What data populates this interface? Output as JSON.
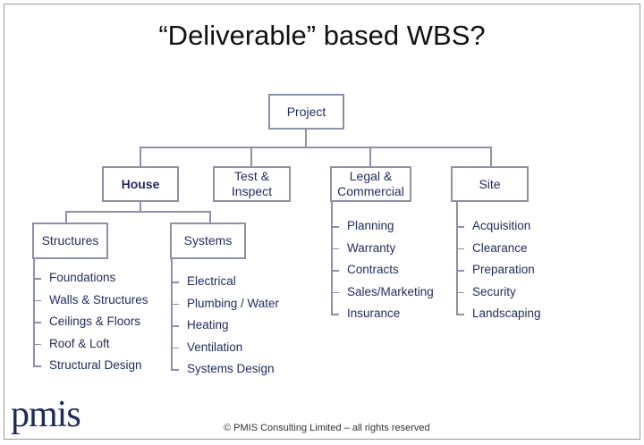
{
  "title": "“Deliverable” based WBS?",
  "root": "Project",
  "level1": [
    {
      "label": "House",
      "bold": true
    },
    {
      "label": "Test & Inspect"
    },
    {
      "label": "Legal & Commercial",
      "items": [
        "Planning",
        "Warranty",
        "Contracts",
        "Sales/Marketing",
        "Insurance"
      ]
    },
    {
      "label": "Site",
      "items": [
        "Acquisition",
        "Clearance",
        "Preparation",
        "Security",
        "Landscaping"
      ]
    }
  ],
  "house_children": [
    {
      "label": "Structures",
      "items": [
        "Foundations",
        "Walls & Structures",
        "Ceilings & Floors",
        "Roof & Loft",
        "Structural Design"
      ]
    },
    {
      "label": "Systems",
      "items": [
        "Electrical",
        "Plumbing  / Water",
        "Heating",
        "Ventilation",
        "Systems Design"
      ]
    }
  ],
  "footer": "© PMIS Consulting Limited – all rights reserved",
  "logo": "pmis"
}
